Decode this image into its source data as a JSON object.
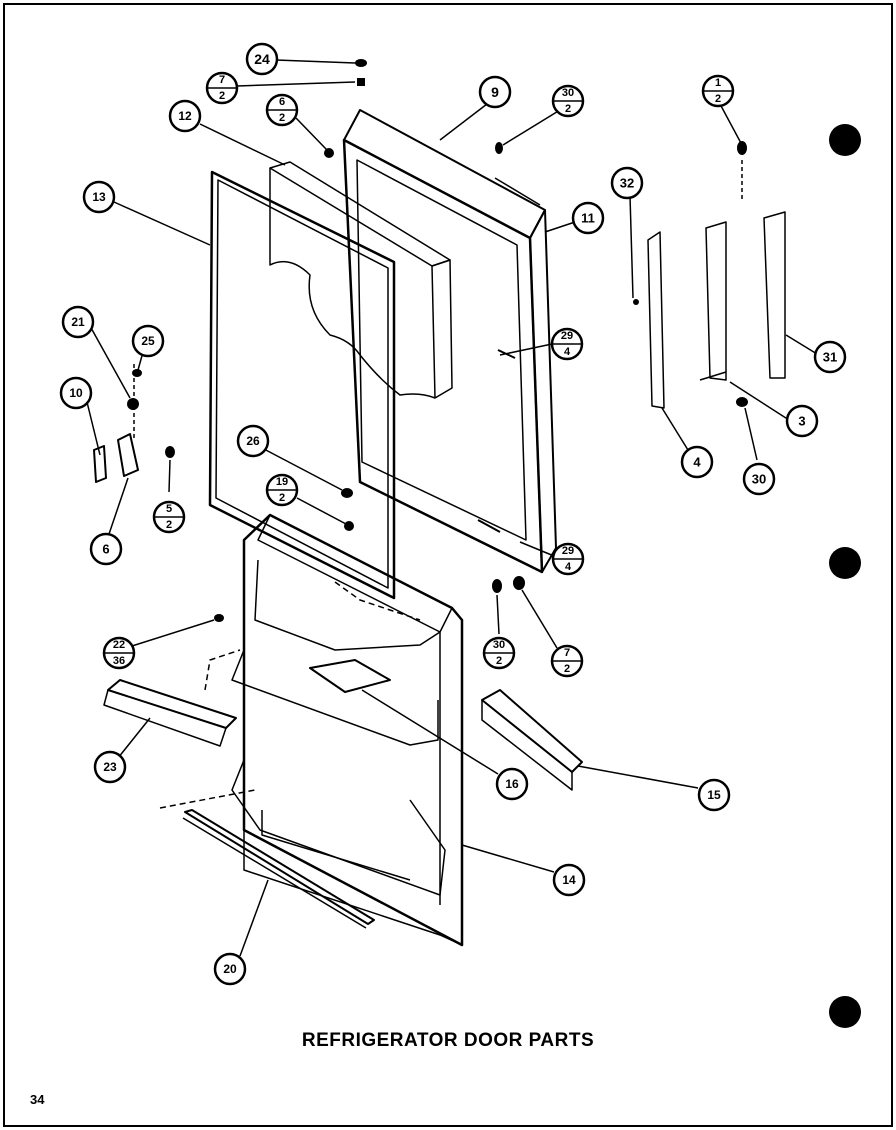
{
  "title": "REFRIGERATOR DOOR PARTS",
  "page_number": "34",
  "callouts": {
    "c24": "24",
    "c7a_top": "7",
    "c7a_bot": "2",
    "c6_top": "6",
    "c6_bot": "2",
    "c12": "12",
    "c9": "9",
    "c30a_top": "30",
    "c30a_bot": "2",
    "c1_top": "1",
    "c1_bot": "2",
    "c13": "13",
    "c11": "11",
    "c32": "32",
    "c21": "21",
    "c25": "25",
    "c29a_top": "29",
    "c29a_bot": "4",
    "c10": "10",
    "c31": "31",
    "c3": "3",
    "c26": "26",
    "c19_top": "19",
    "c19_bot": "2",
    "c5_top": "5",
    "c5_bot": "2",
    "c4": "4",
    "c30b": "30",
    "c6": "6",
    "c29b_top": "29",
    "c29b_bot": "4",
    "c22_top": "22",
    "c22_bot": "36",
    "c30c_top": "30",
    "c30c_bot": "2",
    "c7b_top": "7",
    "c7b_bot": "2",
    "c23": "23",
    "c16": "16",
    "c15": "15",
    "c14": "14",
    "c20": "20"
  }
}
